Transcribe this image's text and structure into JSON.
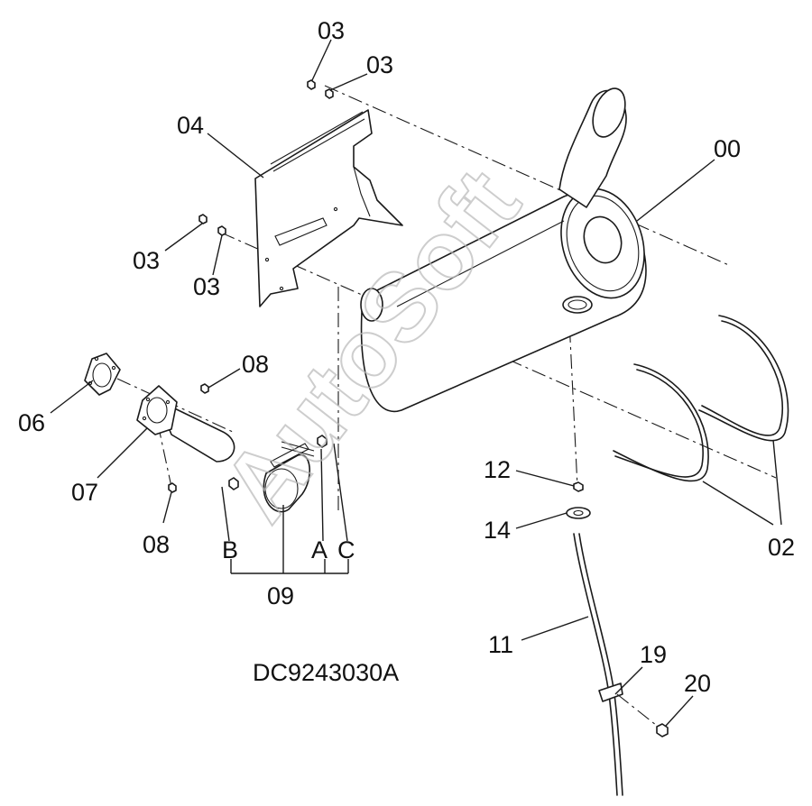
{
  "diagram": {
    "drawing_id": "DC9243030A",
    "watermark": "AutoSoft",
    "callouts": {
      "muffler": "00",
      "band_clamps": "02",
      "nut_top_left": "03",
      "nut_top_right": "03",
      "nut_mid_left": "03",
      "nut_mid_right": "03",
      "heat_shield": "04",
      "gasket": "06",
      "exhaust_pipe": "07",
      "bolt_upper": "08",
      "bolt_lower": "08",
      "clamp_assembly": "09",
      "clamp_a": "A",
      "clamp_b": "B",
      "clamp_c": "C",
      "drain_tube": "11",
      "bolt_12": "12",
      "washer": "14",
      "tube_clip": "19",
      "bolt_20": "20"
    }
  }
}
